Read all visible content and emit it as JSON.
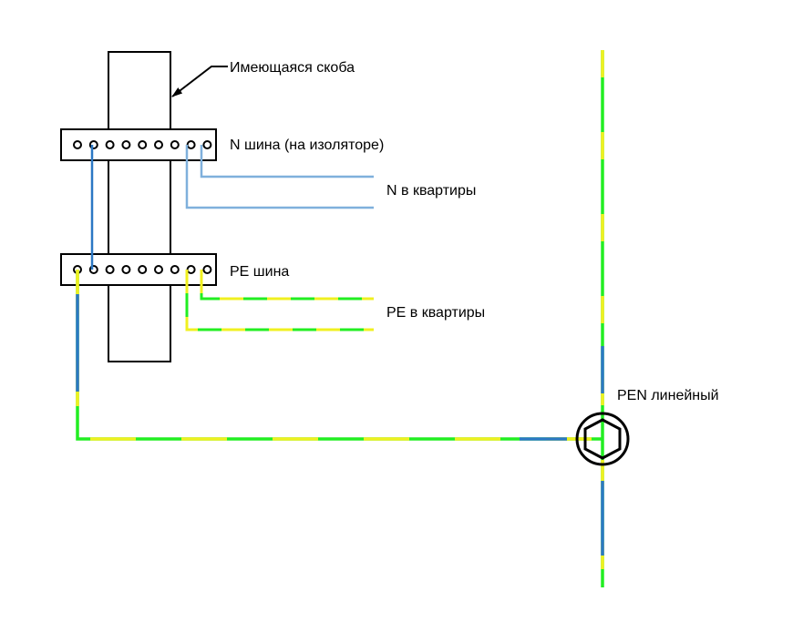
{
  "labels": {
    "bracket": "Имеющаяся скоба",
    "n_bus": "N шина (на изоляторе)",
    "n_to_apartments": "N в квартиры",
    "pe_bus": "PE шина",
    "pe_to_apartments": "PE в квартиры",
    "pen_line": "PEN линейный"
  },
  "colors": {
    "neutral_wire": "#7fb0dc",
    "pe_green": "#22ee22",
    "pe_yellow": "#f0f020",
    "pen_blue": "#2c78c4",
    "outline": "#000000"
  },
  "bus_terminals": 9
}
